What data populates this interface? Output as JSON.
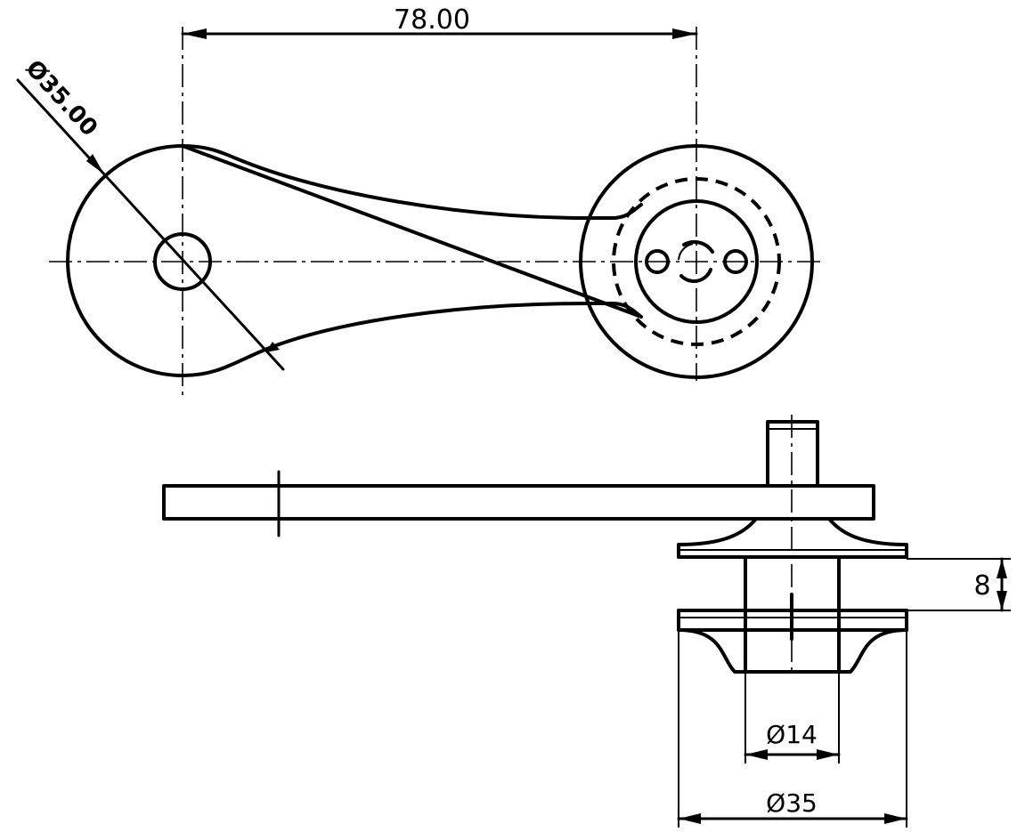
{
  "dimensions": {
    "length": "78.00",
    "head_diameter": "Ø35.00",
    "height": "8",
    "shaft_diameter": "Ø14",
    "base_diameter": "Ø35"
  }
}
